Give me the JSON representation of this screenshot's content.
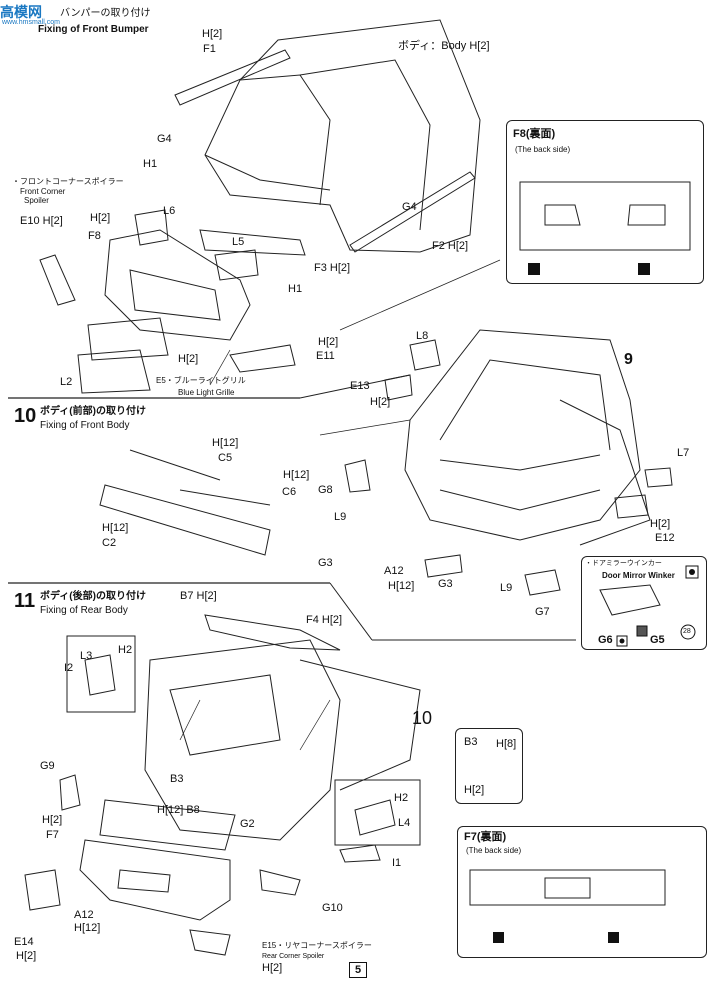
{
  "watermark": {
    "title": "高",
    "name": "模网",
    "sub": "www.hmsmall.com"
  },
  "step8": {
    "title_jp": "バンパーの取り付け",
    "title_en": "Fixing of Front Bumper"
  },
  "step10": {
    "number": "10",
    "title_jp": "ボディ(前部)の取り付け",
    "title_en": "Fixing of Front Body"
  },
  "step11": {
    "number": "11",
    "title_jp": "ボディ(後部)の取り付け",
    "title_en": "Fixing of Rear Body"
  },
  "ref9": "9",
  "ref10": "10",
  "body_label": "ボディ：Body H[2]",
  "front_corner_jp": "・フロントコーナースポイラー",
  "front_corner_en1": "Front Corner",
  "front_corner_en2": "Spoiler",
  "blue_grille_jp": "E5・ブルーライトグリル",
  "blue_grille_en": "Blue Light Grille",
  "f8_box": {
    "title": "F8(裏面)",
    "sub": "(The back side)"
  },
  "f7_box": {
    "title": "F7(裏面)",
    "sub": "(The back side)"
  },
  "mirror_box": {
    "title_jp": "・ドアミラーウインカー",
    "title_en": "Door Mirror Winker",
    "g6": "G6",
    "g5": "G5",
    "ref": "28"
  },
  "b3_box": {
    "b3": "B3",
    "h8": "H[8]",
    "h2": "H[2]"
  },
  "rear_corner_jp": "E15・リヤコーナースポイラー",
  "rear_corner_en": "Rear Corner Spoiler",
  "page": "5",
  "labels": {
    "h2_top": "H[2]",
    "f1": "F1",
    "g4a": "G4",
    "h1a": "H1",
    "l6": "L6",
    "e10": "E10 H[2]",
    "h2_f8": "H[2]",
    "f8": "F8",
    "l5": "L5",
    "g4b": "G4",
    "f2": "F2 H[2]",
    "f3": "F3 H[2]",
    "h1b": "H1",
    "h2_e11": "H[2]",
    "e11": "E11",
    "h2_e5": "H[2]",
    "l2": "L2",
    "l8": "L8",
    "e13": "E13",
    "h2_e13": "H[2]",
    "l7": "L7",
    "h12_c5": "H[12]",
    "c5": "C5",
    "h12_c6": "H[12]",
    "c6": "C6",
    "h12_c2": "H[12]",
    "c2": "C2",
    "g8": "G8",
    "l9a": "L9",
    "g3a": "G3",
    "a12a": "A12",
    "h12_a12a": "H[12]",
    "g3b": "G3",
    "l9b": "L9",
    "g7": "G7",
    "h2_e12": "H[2]",
    "e12": "E12",
    "b7": "B7 H[2]",
    "f4": "F4 H[2]",
    "l3": "L3",
    "h2_l3": "H2",
    "i2": "I2",
    "g9": "G9",
    "b3": "B3",
    "b8": "H[12] B8",
    "h2_f7": "H[2]",
    "f7": "F7",
    "g2": "G2",
    "h2_l4": "H2",
    "l4": "L4",
    "i1": "I1",
    "g10": "G10",
    "e14": "E14",
    "h2_e14": "H[2]",
    "a12b": "A12",
    "h12_a12b": "H[12]",
    "h2_e15": "H[2]"
  }
}
